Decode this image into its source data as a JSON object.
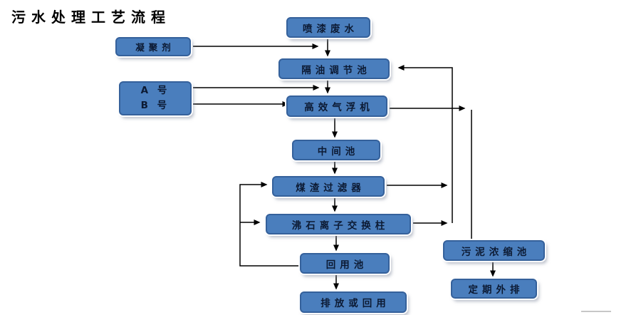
{
  "title": "污水处理工艺流程",
  "colors": {
    "box_fill": "#4a7ebd",
    "box_border": "#35619b",
    "box_text": "#0c1a33",
    "arrow": "#000000",
    "background": "#ffffff"
  },
  "nodes": {
    "spray_wastewater": {
      "label": "喷漆废水"
    },
    "coagulant": {
      "label": "凝聚剂"
    },
    "oil_separation_tank": {
      "label": "隔油调节池"
    },
    "chemical_ab": {
      "label_line1": "A 号",
      "label_line2": "B 号"
    },
    "air_flotation": {
      "label": "高效气浮机"
    },
    "intermediate_tank": {
      "label": "中间池"
    },
    "coal_filter": {
      "label": "煤渣过滤器"
    },
    "zeolite_column": {
      "label": "沸石离子交换柱"
    },
    "reuse_tank": {
      "label": "回用池"
    },
    "discharge_or_reuse": {
      "label": "排放或回用"
    },
    "sludge_thickening": {
      "label": "污泥浓缩池"
    },
    "periodic_discharge": {
      "label": "定期外排"
    }
  },
  "edges": [
    {
      "from": "spray_wastewater",
      "to": "oil_separation_tank"
    },
    {
      "from": "coagulant",
      "to": "oil_separation_tank"
    },
    {
      "from": "oil_separation_tank",
      "to": "air_flotation"
    },
    {
      "from": "chemical_ab",
      "to": "air_flotation"
    },
    {
      "from": "chemical_ab",
      "to": "air_flotation"
    },
    {
      "from": "air_flotation",
      "to": "intermediate_tank"
    },
    {
      "from": "air_flotation",
      "to": "sludge_thickening"
    },
    {
      "from": "intermediate_tank",
      "to": "coal_filter"
    },
    {
      "from": "coal_filter",
      "to": "zeolite_column"
    },
    {
      "from": "coal_filter",
      "to": "oil_separation_tank"
    },
    {
      "from": "zeolite_column",
      "to": "reuse_tank"
    },
    {
      "from": "zeolite_column",
      "to": "oil_separation_tank"
    },
    {
      "from": "reuse_tank",
      "to": "discharge_or_reuse"
    },
    {
      "from": "reuse_tank",
      "to": "coal_filter"
    },
    {
      "from": "reuse_tank",
      "to": "zeolite_column"
    },
    {
      "from": "sludge_thickening",
      "to": "periodic_discharge"
    }
  ]
}
